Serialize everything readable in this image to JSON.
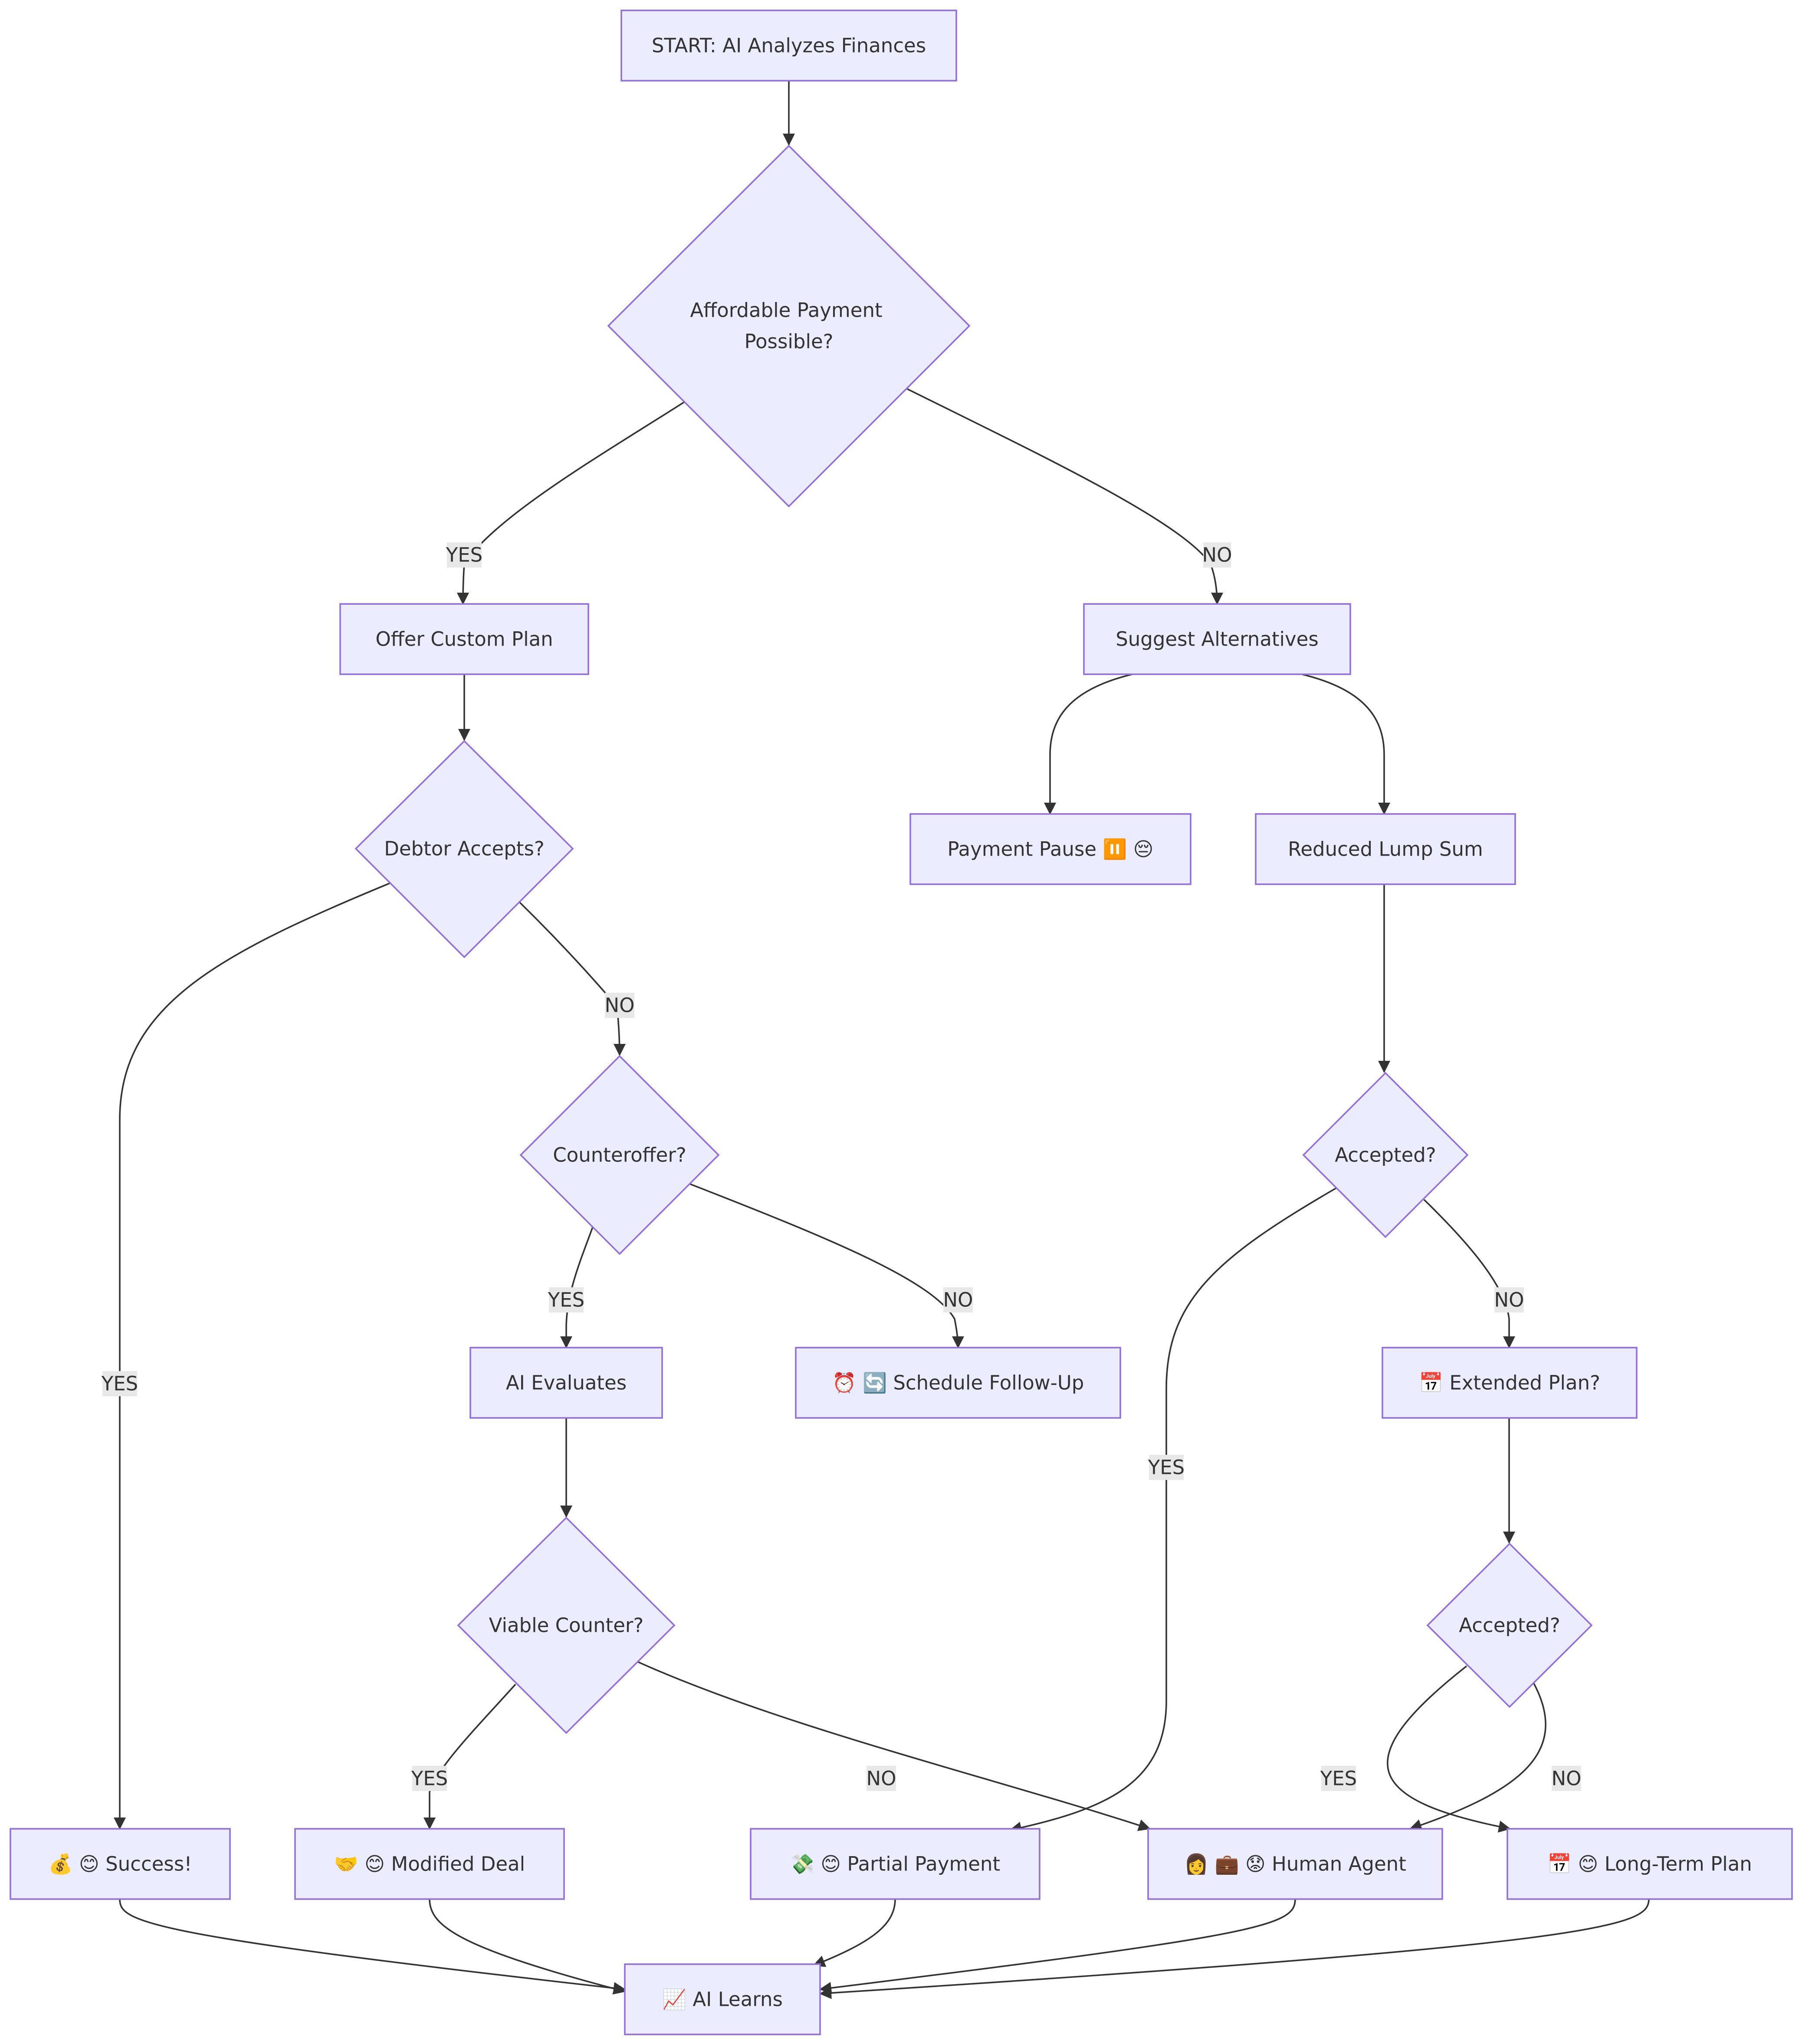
{
  "nodes": {
    "start": "START: AI Analyzes Finances",
    "affordable_1": "Affordable Payment",
    "affordable_2": "Possible?",
    "offer_custom": "Offer Custom Plan",
    "suggest_alt": "Suggest Alternatives",
    "debtor_accepts": "Debtor Accepts?",
    "payment_pause": "Payment Pause ⏸️ 😔",
    "reduced_lump": "Reduced Lump Sum",
    "counteroffer": "Counteroffer?",
    "accepted_1": "Accepted?",
    "ai_evaluates": "AI Evaluates",
    "schedule_followup": "⏰ 🔄 Schedule Follow-Up",
    "extended_plan": "📅 Extended Plan?",
    "viable_counter": "Viable Counter?",
    "accepted_2": "Accepted?",
    "success": "💰 😊 Success!",
    "modified_deal": "🤝 😊 Modified Deal",
    "partial_payment": "💸 😊 Partial Payment",
    "human_agent": "👩 💼 😟 Human Agent",
    "long_term": "📅 😊 Long-Term Plan",
    "ai_learns": "📈 AI Learns"
  },
  "edge_labels": {
    "affordable_yes": "YES",
    "affordable_no": "NO",
    "debtor_yes": "YES",
    "debtor_no": "NO",
    "counter_yes": "YES",
    "counter_no": "NO",
    "accepted1_yes": "YES",
    "accepted1_no": "NO",
    "viable_yes": "YES",
    "viable_no": "NO",
    "accepted2_yes": "YES",
    "accepted2_no": "NO"
  }
}
